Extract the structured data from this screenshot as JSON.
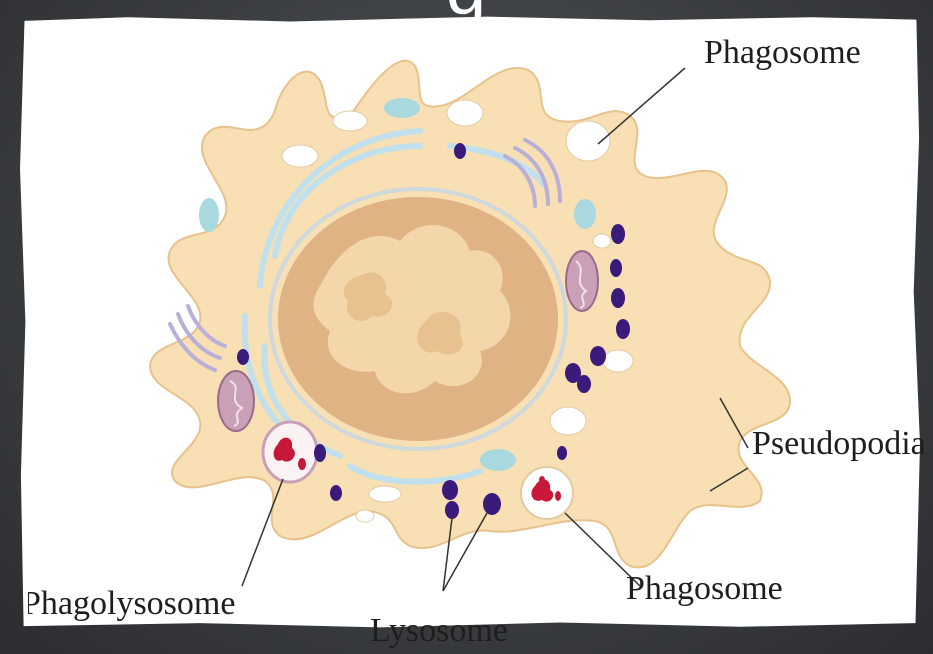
{
  "slide": {
    "title_fragment": "g"
  },
  "diagram": {
    "labels": {
      "phagosome_top": "Phagosome",
      "pseudopodia": "Pseudopodia",
      "phagosome_bottom": "Phagosome",
      "phagolysosome": "Phagolysosome",
      "lysosome": "Lysosome"
    },
    "colors": {
      "cytoplasm": "#f8dfb4",
      "cell_outline": "#e8c28c",
      "nucleus": "#dfb383",
      "nucleus_light": "#f3d7aa",
      "er_membrane": "#bfe0ec",
      "vacuole": "#a9d8df",
      "lysosome": "#3a1a7a",
      "golgi": "#b8b0d8",
      "mitochondria": "#c9a0b8",
      "bacteria_red": "#c8183a",
      "leader_line": "#333333"
    }
  }
}
